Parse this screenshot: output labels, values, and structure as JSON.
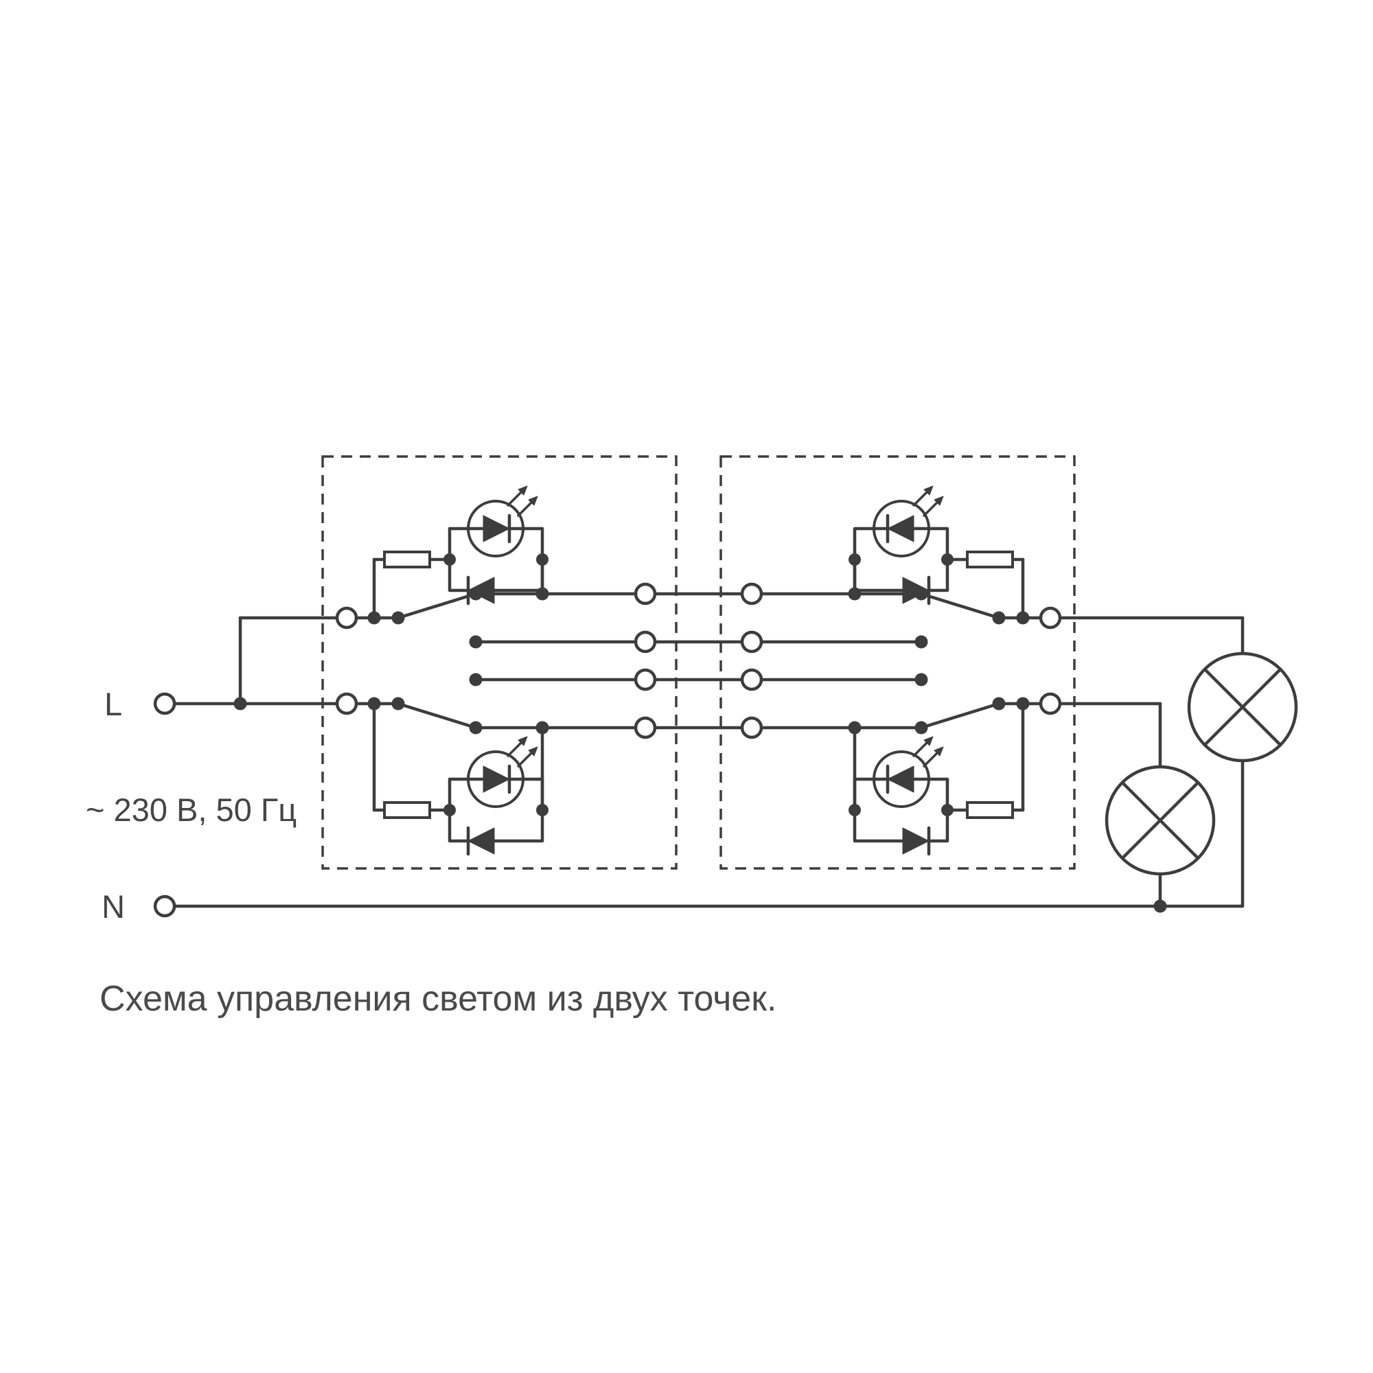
{
  "diagram": {
    "caption": "Схема управления светом из двух точек.",
    "labels": {
      "line_terminal": "L",
      "neutral_terminal": "N",
      "supply": "~ 230 В, 50 Гц"
    },
    "colors": {
      "ink": "#3d3d3d",
      "background": "#ffffff"
    },
    "symbols": [
      "switch-box-dashed",
      "two-way-switch",
      "led-indicator",
      "protection-diode",
      "resistor",
      "terminal",
      "junction-dot",
      "lamp"
    ],
    "structure": {
      "switch_boxes": 2,
      "switches_per_box": 2,
      "traveller_lines": 4,
      "lamps": 2
    }
  }
}
